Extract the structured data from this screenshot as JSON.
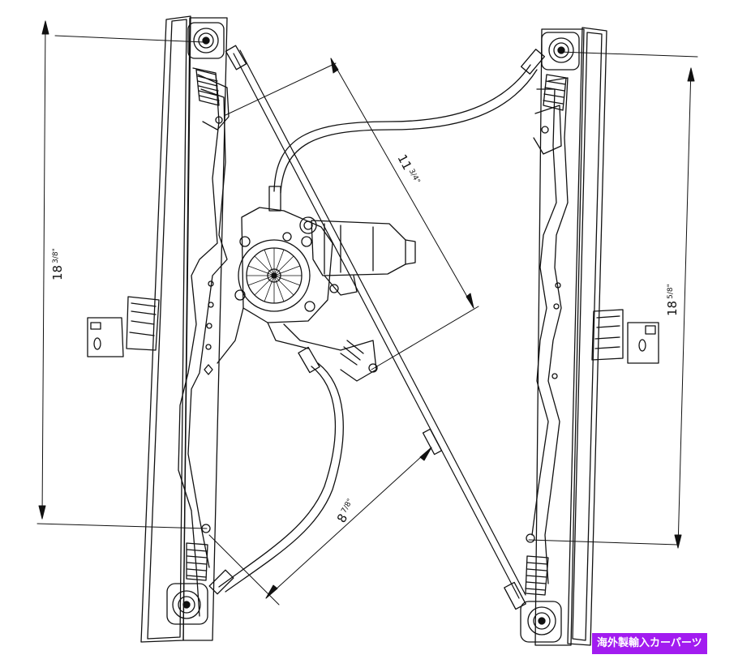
{
  "dimensions": {
    "left_height": "18",
    "left_height_frac": "3/8\"",
    "right_height": "18",
    "right_height_frac": "5/8\"",
    "upper_diagonal": "11",
    "upper_diagonal_frac": "3/4\"",
    "lower_diagonal": "8",
    "lower_diagonal_frac": "7/8\""
  },
  "badge": {
    "label": "海外製輸入カーパーツ",
    "color": "#a21cf0"
  },
  "colors": {
    "line": "#111111",
    "background": "#ffffff"
  }
}
